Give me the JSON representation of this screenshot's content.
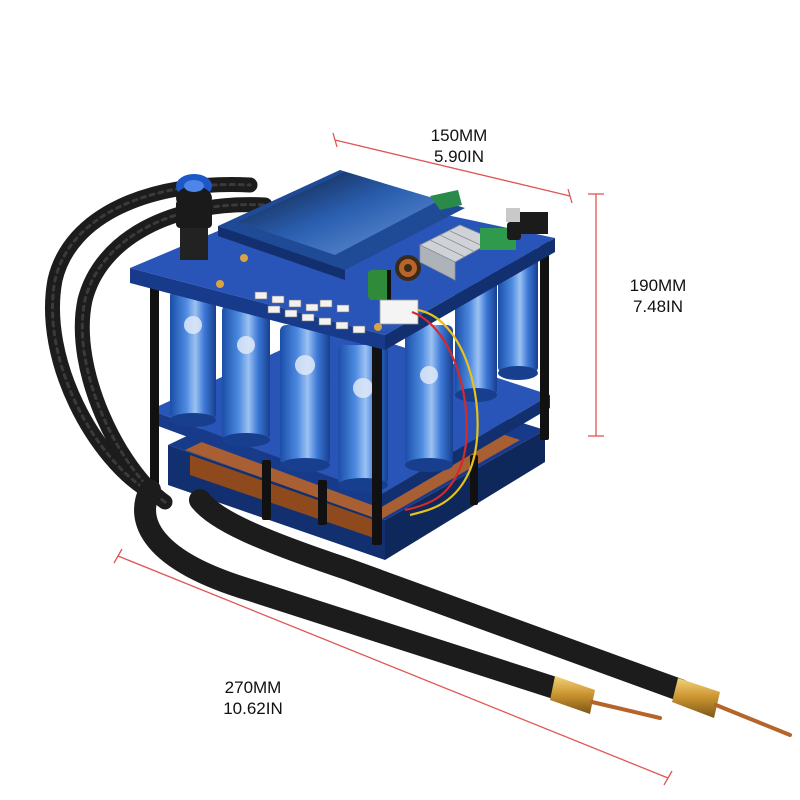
{
  "dimensions": {
    "width": {
      "mm": "150MM",
      "in": "5.90IN"
    },
    "height": {
      "mm": "190MM",
      "in": "7.48IN"
    },
    "length": {
      "mm": "270MM",
      "in": "10.62IN"
    }
  },
  "colors": {
    "board": "#2a55b8",
    "board_dark": "#173a8a",
    "capacitor": "#2d6fd0",
    "capacitor_highlight": "#8fb8f0",
    "cable": "#1c1c1c",
    "copper": "#b8642a",
    "brass": "#d9a441",
    "screen": "#1e4a96",
    "dimension_line": "#e05555"
  }
}
